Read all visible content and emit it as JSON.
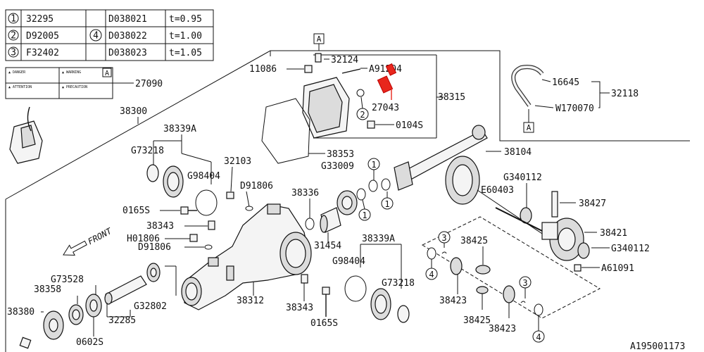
{
  "table": {
    "rows": [
      {
        "num": "1",
        "code": "32295"
      },
      {
        "num": "2",
        "code": "D92005"
      },
      {
        "num": "3",
        "code": "F32402"
      }
    ],
    "group_num": "4",
    "shims": [
      {
        "code": "D038021",
        "t": "t=0.95"
      },
      {
        "code": "D038022",
        "t": "t=1.00"
      },
      {
        "code": "D038023",
        "t": "t=1.05"
      }
    ]
  },
  "warning_label": {
    "badge": "A",
    "lines": [
      "▲ DANGER",
      "▲ WARNING",
      "▲ ATTENTION",
      "▲ PRECAUTION"
    ]
  },
  "markers": {
    "a": "A"
  },
  "callouts": {
    "c1": "1",
    "c2": "2",
    "c3": "3",
    "c4": "4"
  },
  "parts": {
    "p32295": "32295",
    "p27090": "27090",
    "p38300": "38300",
    "p32124": "32124",
    "p11086": "11086",
    "pA91204": "A91204",
    "p38315": "38315",
    "p27043": "27043",
    "p0104S": "0104S",
    "p16645": "16645",
    "p32118": "32118",
    "pW170070": "W170070",
    "p38339A_top": "38339A",
    "pG73218_top": "G73218",
    "pG98404_top": "G98404",
    "p32103": "32103",
    "pD91806_top": "D91806",
    "p38353": "38353",
    "pG33009": "G33009",
    "p38104": "38104",
    "pG340112_top": "G340112",
    "pE60403": "E60403",
    "p38427": "38427",
    "p38336": "38336",
    "p0165S_top": "0165S",
    "p38343_top": "38343",
    "pH01806": "H01806",
    "pD91806_mid": "D91806",
    "p31454": "31454",
    "p38339A_mid": "38339A",
    "p38425_top": "38425",
    "p38421": "38421",
    "pG340112_mid": "G340112",
    "pA61091": "A61091",
    "front": "FRONT",
    "pG73528": "G73528",
    "p38358": "38358",
    "pG98404_mid": "G98404",
    "pG73218_mid": "G73218",
    "p38312": "38312",
    "p38343_bot": "38343",
    "p38423_a": "38423",
    "p38425_bot": "38425",
    "p38423_b": "38423",
    "p38380": "38380",
    "pG32802": "G32802",
    "p32285": "32285",
    "p0602S": "0602S",
    "p0165S_bot": "0165S",
    "ref": "A195001173"
  },
  "colors": {
    "highlight": "#e8261c",
    "ink": "#111111"
  }
}
